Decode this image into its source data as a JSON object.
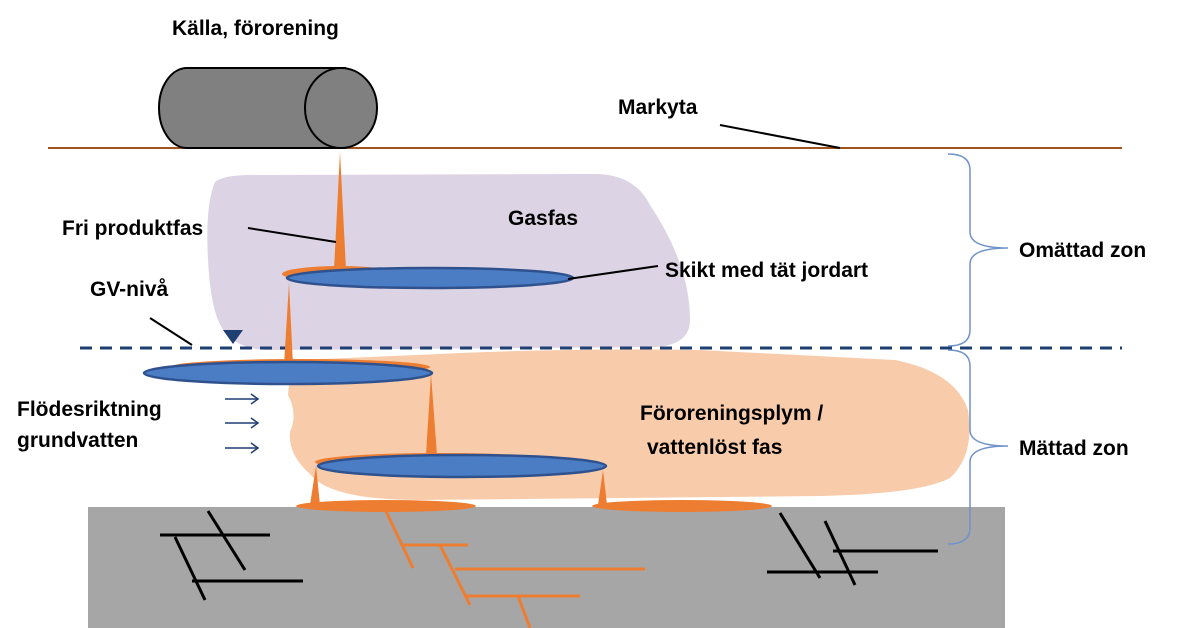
{
  "labels": {
    "source": "Källa, förorening",
    "ground_surface": "Markyta",
    "free_product": "Fri produktfas",
    "gas_phase": "Gasfas",
    "dense_layer": "Skikt med tät jordart",
    "gw_level": "GV-nivå",
    "flow_line1": "Flödesriktning",
    "flow_line2": "grundvatten",
    "plume_line1": "Föroreningsplym /",
    "plume_line2": "vattenlöst fas",
    "unsaturated_zone": "Omättad zon",
    "saturated_zone": "Mättad zon"
  },
  "colors": {
    "ground_line": "#a0541c",
    "gas_zone": "#dcd3e4",
    "plume": "#f8ccab",
    "bedrock": "#a6a6a6",
    "lens_fill": "#4a7dc4",
    "lens_stroke": "#2f528f",
    "contaminant": "#ed7d31",
    "water_table": "#1f3f73",
    "bracket": "#6f93c9",
    "barrel": "#808080"
  },
  "icons": {
    "water_table_marker": "triangle-down-icon",
    "flow_arrow": "arrow-right-icon"
  }
}
